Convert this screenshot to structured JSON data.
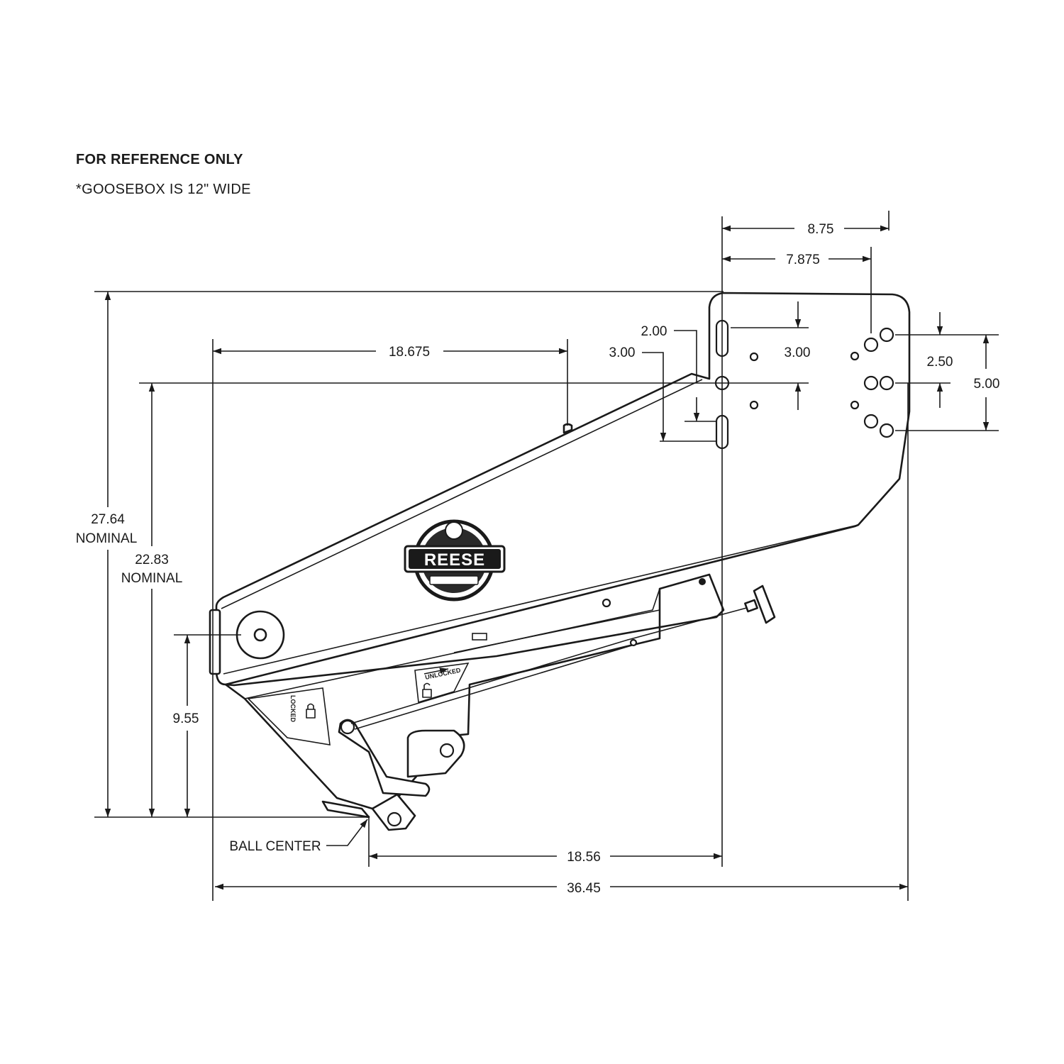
{
  "notes": {
    "title": "FOR REFERENCE ONLY",
    "subtitle": "*GOOSEBOX IS 12\" WIDE"
  },
  "dimensions": {
    "top_width_outer": "8.75",
    "top_width_inner": "7.875",
    "slot_offset_upper": "2.00",
    "slot_offset_lower": "3.00",
    "slot_spacing": "3.00",
    "hole_spacing_right": "2.50",
    "hole_pattern_right": "5.00",
    "arm_reach": "18.675",
    "overall_height": "27.64",
    "overall_height_note": "NOMINAL",
    "pivot_height": "22.83",
    "pivot_height_note": "NOMINAL",
    "ball_height": "9.55",
    "ball_to_mount": "18.56",
    "overall_length": "36.45",
    "ball_center_label": "BALL CENTER"
  },
  "decals": {
    "brand": "REESE",
    "locked": "LOCKED",
    "unlocked": "UNLOCKED"
  },
  "icons": [
    "lock-icon",
    "unlock-icon",
    "arrow-icon",
    "knob-handle-icon"
  ],
  "colors": {
    "line": "#1a1a1a",
    "background": "#ffffff"
  }
}
